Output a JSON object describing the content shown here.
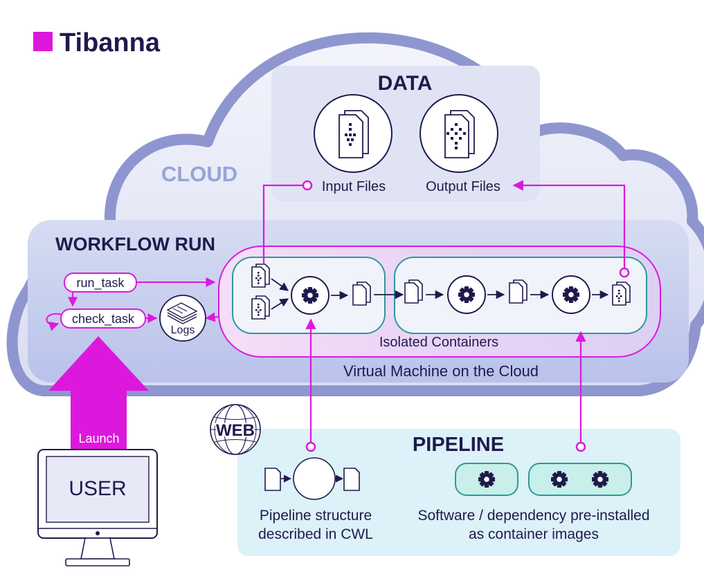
{
  "brand": {
    "title": "Tibanna",
    "accent": "#dd18dd"
  },
  "colors": {
    "magenta": "#dd18dd",
    "navy": "#1f1a4d",
    "teal": "#2a9a9a",
    "cloud_outer": "#8f96cf",
    "cloud_fill": "#e6e9f7",
    "pipeline_fill": "#dcf1f8",
    "cloud_label": "#97a4d8"
  },
  "cloud": {
    "label": "CLOUD"
  },
  "data_section": {
    "title": "DATA",
    "input_label": "Input Files",
    "output_label": "Output Files",
    "input_icon": "input-files-icon",
    "output_icon": "output-files-icon"
  },
  "workflow": {
    "title": "WORKFLOW RUN",
    "run_task": "run_task",
    "check_task": "check_task",
    "logs": "Logs",
    "containers_label": "Isolated Containers",
    "vm_label": "Virtual Machine on the Cloud"
  },
  "web": {
    "label": "WEB"
  },
  "pipeline": {
    "title": "PIPELINE",
    "structure_line1": "Pipeline structure",
    "structure_line2": "described in CWL",
    "software_line1": "Software / dependency pre-installed",
    "software_line2": "as container images"
  },
  "user": {
    "launch": "Launch",
    "label": "USER"
  }
}
